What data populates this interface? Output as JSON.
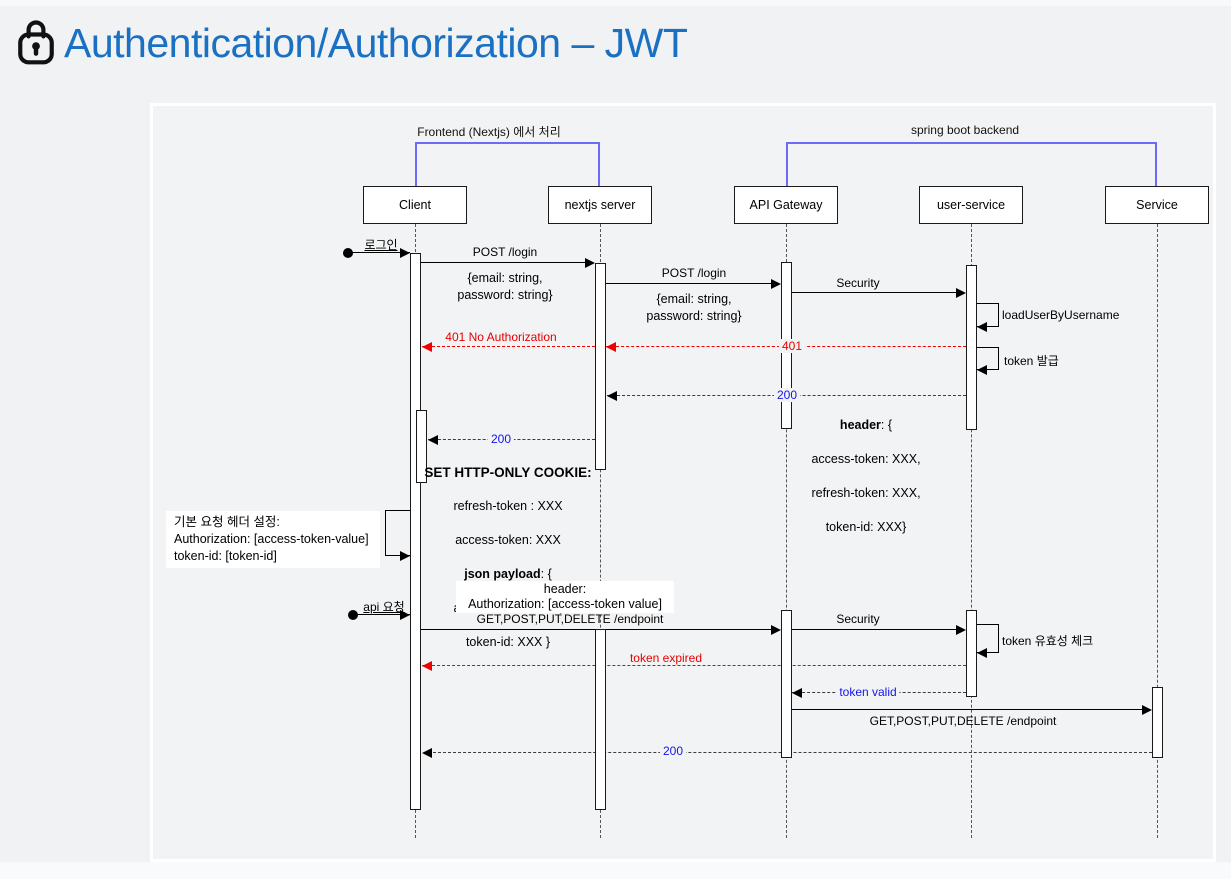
{
  "title": {
    "text": "Authentication/Authorization – JWT"
  },
  "groups": {
    "frontend": "Frontend (Nextjs) 에서 처리",
    "backend": "spring boot backend"
  },
  "actors": {
    "client": "Client",
    "nextjs": "nextjs server",
    "gateway": "API Gateway",
    "user_service": "user-service",
    "service": "Service"
  },
  "flow": {
    "login_trigger": "로그인",
    "post_login": "POST /login",
    "login_body": "{email: string,\npassword: string}",
    "post_login2": "POST /login",
    "login_body2": "{email: string,\npassword: string}",
    "security": "Security",
    "load_user": "loadUserByUsername",
    "err401_full": "401 No Authorization",
    "err401": "401",
    "token_issue": "token 발급",
    "ok200_a": "200",
    "header_note": {
      "bold": "header",
      "rest": ": {",
      "l1": "access-token: XXX,",
      "l2": "refresh-token: XXX,",
      "l3": "token-id: XXX}"
    },
    "ok200_b": "200",
    "cookie_note": {
      "title": "SET HTTP-ONLY COOKIE:",
      "l1": "refresh-token : XXX",
      "l2": "access-token: XXX",
      "l3_bold": "json payload",
      "l3_rest": ": {",
      "l4": "access-token: XXX,",
      "l5": "token-id: XXX }"
    },
    "default_header_note": "기본 요청 헤더 설정:\nAuthorization:  [access-token-value]\ntoken-id: [token-id]",
    "api_trigger": "api 요청",
    "request_header_note": "header:\nAuthorization: [access-token value]",
    "get_endpoint": "GET,POST,PUT,DELETE /endpoint",
    "security2": "Security",
    "token_check": "token 유효성 체크",
    "token_expired": "token expired",
    "token_valid": "token valid",
    "get_endpoint2": "GET,POST,PUT,DELETE /endpoint",
    "ok200_c": "200"
  },
  "colors": {
    "title_blue": "#1a70c2",
    "bracket_blue": "#6b6bf7",
    "error_red": "#f00000",
    "status_blue": "#1414ee"
  }
}
